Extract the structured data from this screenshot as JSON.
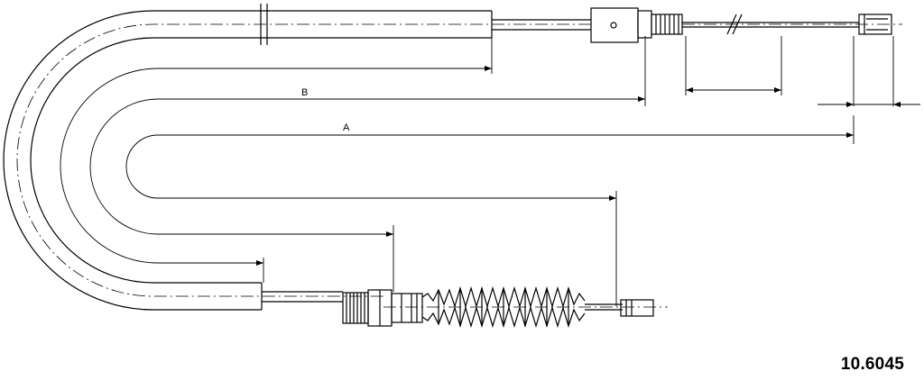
{
  "drawing": {
    "dimension_labels": {
      "a": "A",
      "b": "B"
    },
    "part_number": "10.6045",
    "line_color": "#000000",
    "background": "#ffffff"
  }
}
